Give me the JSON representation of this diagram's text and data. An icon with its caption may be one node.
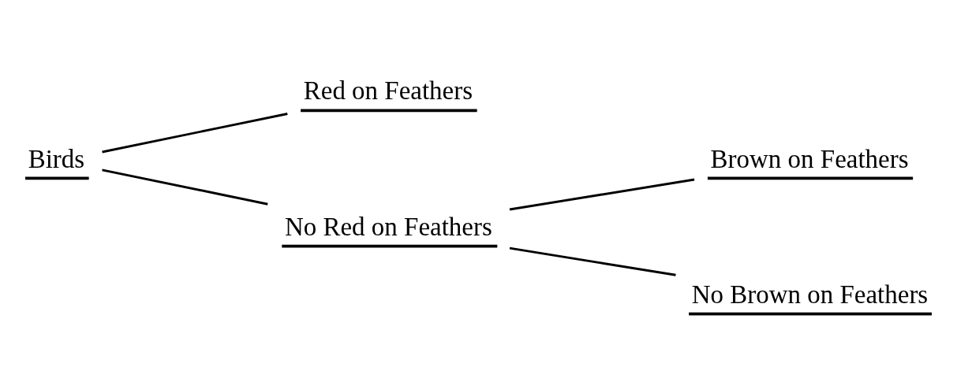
{
  "diagram": {
    "nodes": [
      {
        "text": [
          "Birds"
        ]
      },
      {
        "text": [
          "Red on Feathers"
        ]
      },
      {
        "text": [
          "No Red on Feathers"
        ]
      },
      {
        "text": [
          "Brown on Feathers"
        ]
      },
      {
        "text": [
          "No Brown on Feathers"
        ]
      }
    ],
    "edges": [
      {
        "from": 0,
        "to": 1,
        "arrow": "none"
      },
      {
        "from": 0,
        "to": 2,
        "arrow": "none"
      },
      {
        "from": 2,
        "to": 3,
        "arrow": "none"
      },
      {
        "from": 2,
        "to": 4,
        "arrow": "none"
      }
    ]
  }
}
